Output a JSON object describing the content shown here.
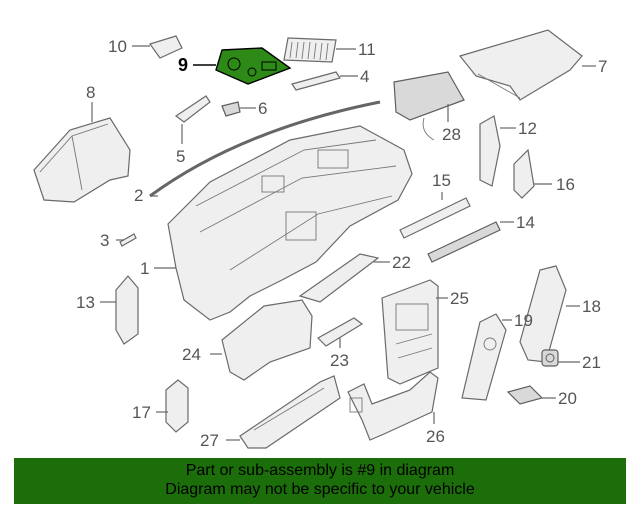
{
  "callouts": {
    "c1": "1",
    "c2": "2",
    "c3": "3",
    "c4": "4",
    "c5": "5",
    "c6": "6",
    "c7": "7",
    "c8": "8",
    "c9": "9",
    "c10": "10",
    "c11": "11",
    "c12": "12",
    "c13": "13",
    "c14": "14",
    "c15": "15",
    "c16": "16",
    "c17": "17",
    "c18": "18",
    "c19": "19",
    "c20": "20",
    "c21": "21",
    "c22": "22",
    "c23": "23",
    "c24": "24",
    "c25": "25",
    "c26": "26",
    "c27": "27",
    "c28": "28"
  },
  "highlight_color": "#1c6e0a",
  "banner": {
    "line1": "Part or sub-assembly is #9 in diagram",
    "line2": "Diagram may not be specific to your vehicle"
  }
}
